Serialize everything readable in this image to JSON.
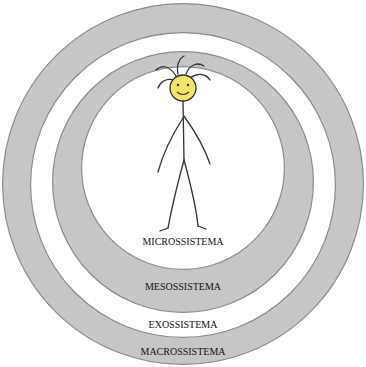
{
  "diagram": {
    "nodes": [
      {
        "text": [
          "MACROSSISTEMA"
        ]
      },
      {
        "text": [
          "EXOSSISTEMA"
        ],
        "in": 0
      },
      {
        "text": [
          "MESOSSISTEMA"
        ],
        "in": 1
      },
      {
        "text": [
          "MICROSSISTEMA"
        ],
        "in": 2
      }
    ]
  }
}
